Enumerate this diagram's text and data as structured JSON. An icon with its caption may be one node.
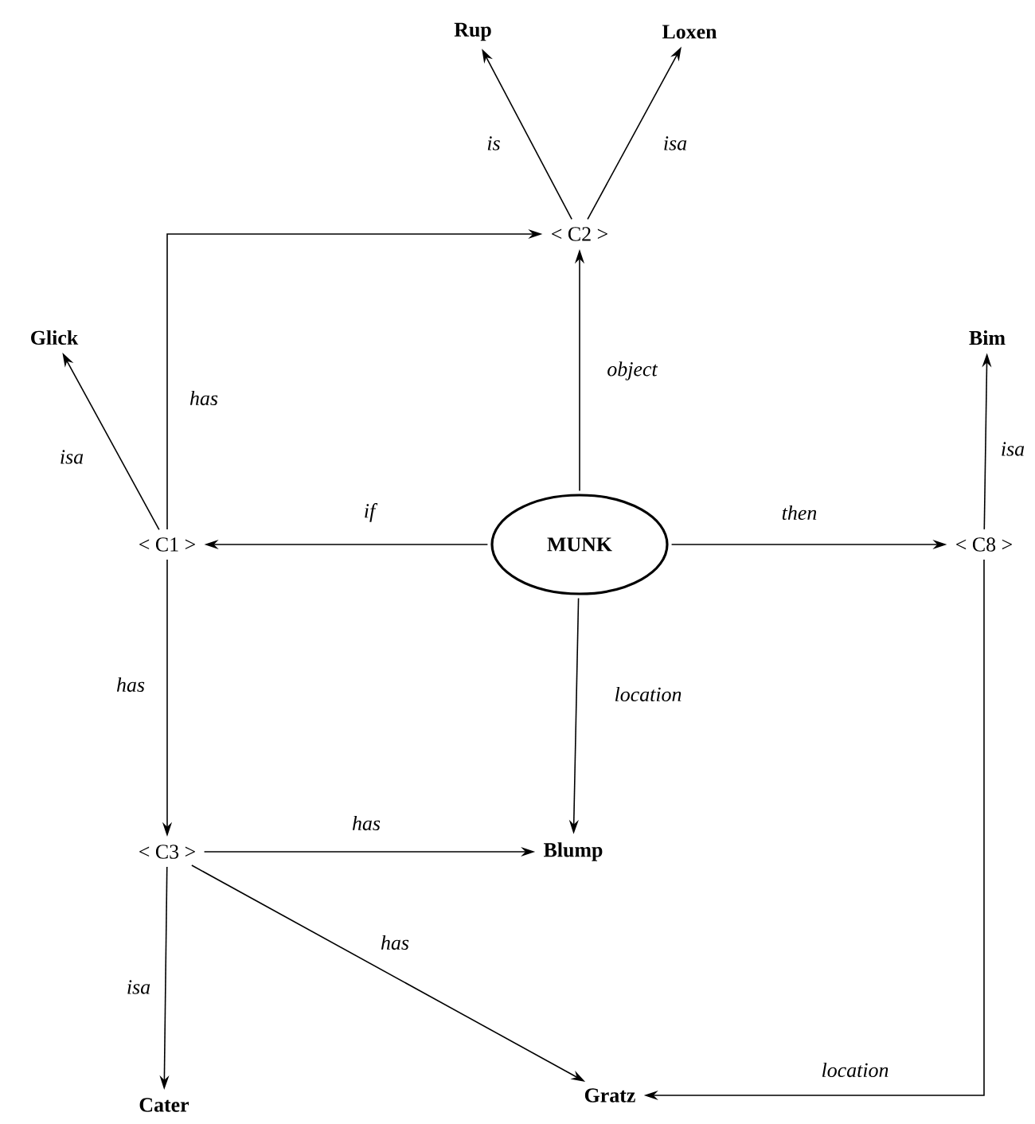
{
  "diagram": {
    "nodes": [
      {
        "text": [
          "Rup"
        ]
      },
      {
        "text": [
          "Loxen"
        ]
      },
      {
        "text": [
          "< C2 >"
        ]
      },
      {
        "text": [
          "Glick"
        ]
      },
      {
        "text": [
          "Bim"
        ]
      },
      {
        "text": [
          "< C1 >"
        ]
      },
      {
        "text": [
          "MUNK"
        ]
      },
      {
        "text": [
          "< C8 >"
        ]
      },
      {
        "text": [
          "< C3 >"
        ]
      },
      {
        "text": [
          "Blump"
        ]
      },
      {
        "text": [
          "Cater"
        ]
      },
      {
        "text": [
          "Gratz"
        ]
      }
    ],
    "edges": [
      {
        "from": 2,
        "to": 0,
        "arrow": "to",
        "label": "is"
      },
      {
        "from": 2,
        "to": 1,
        "arrow": "to",
        "label": "isa"
      },
      {
        "from": 5,
        "to": 2,
        "arrow": "to",
        "label": "has"
      },
      {
        "from": 5,
        "to": 3,
        "arrow": "to",
        "label": "isa"
      },
      {
        "from": 6,
        "to": 2,
        "arrow": "to",
        "label": "object"
      },
      {
        "from": 6,
        "to": 5,
        "arrow": "to",
        "label": "if"
      },
      {
        "from": 6,
        "to": 7,
        "arrow": "to",
        "label": "then"
      },
      {
        "from": 7,
        "to": 4,
        "arrow": "to",
        "label": "isa"
      },
      {
        "from": 6,
        "to": 9,
        "arrow": "to",
        "label": "location"
      },
      {
        "from": 5,
        "to": 8,
        "arrow": "to",
        "label": "has"
      },
      {
        "from": 8,
        "to": 9,
        "arrow": "to",
        "label": "has"
      },
      {
        "from": 8,
        "to": 10,
        "arrow": "to",
        "label": "isa"
      },
      {
        "from": 8,
        "to": 11,
        "arrow": "to",
        "label": "has"
      },
      {
        "from": 7,
        "to": 11,
        "arrow": "to",
        "label": "location"
      }
    ]
  }
}
